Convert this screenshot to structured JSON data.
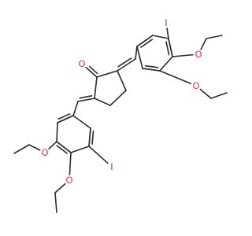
{
  "molecule": {
    "atoms": [
      {
        "id": "O",
        "label": "O",
        "color": "#e8323b"
      },
      {
        "id": "I1",
        "label": "I",
        "color": "#a61fb4"
      },
      {
        "id": "Oeth1",
        "label": "O",
        "color": "#e8323b"
      },
      {
        "id": "Oeth2",
        "label": "O",
        "color": "#e8323b"
      },
      {
        "id": "Oeth3",
        "label": "O",
        "color": "#e8323b"
      },
      {
        "id": "Oeth4",
        "label": "O",
        "color": "#e8323b"
      },
      {
        "id": "I2",
        "label": "I",
        "color": "#a61fb4"
      }
    ]
  }
}
